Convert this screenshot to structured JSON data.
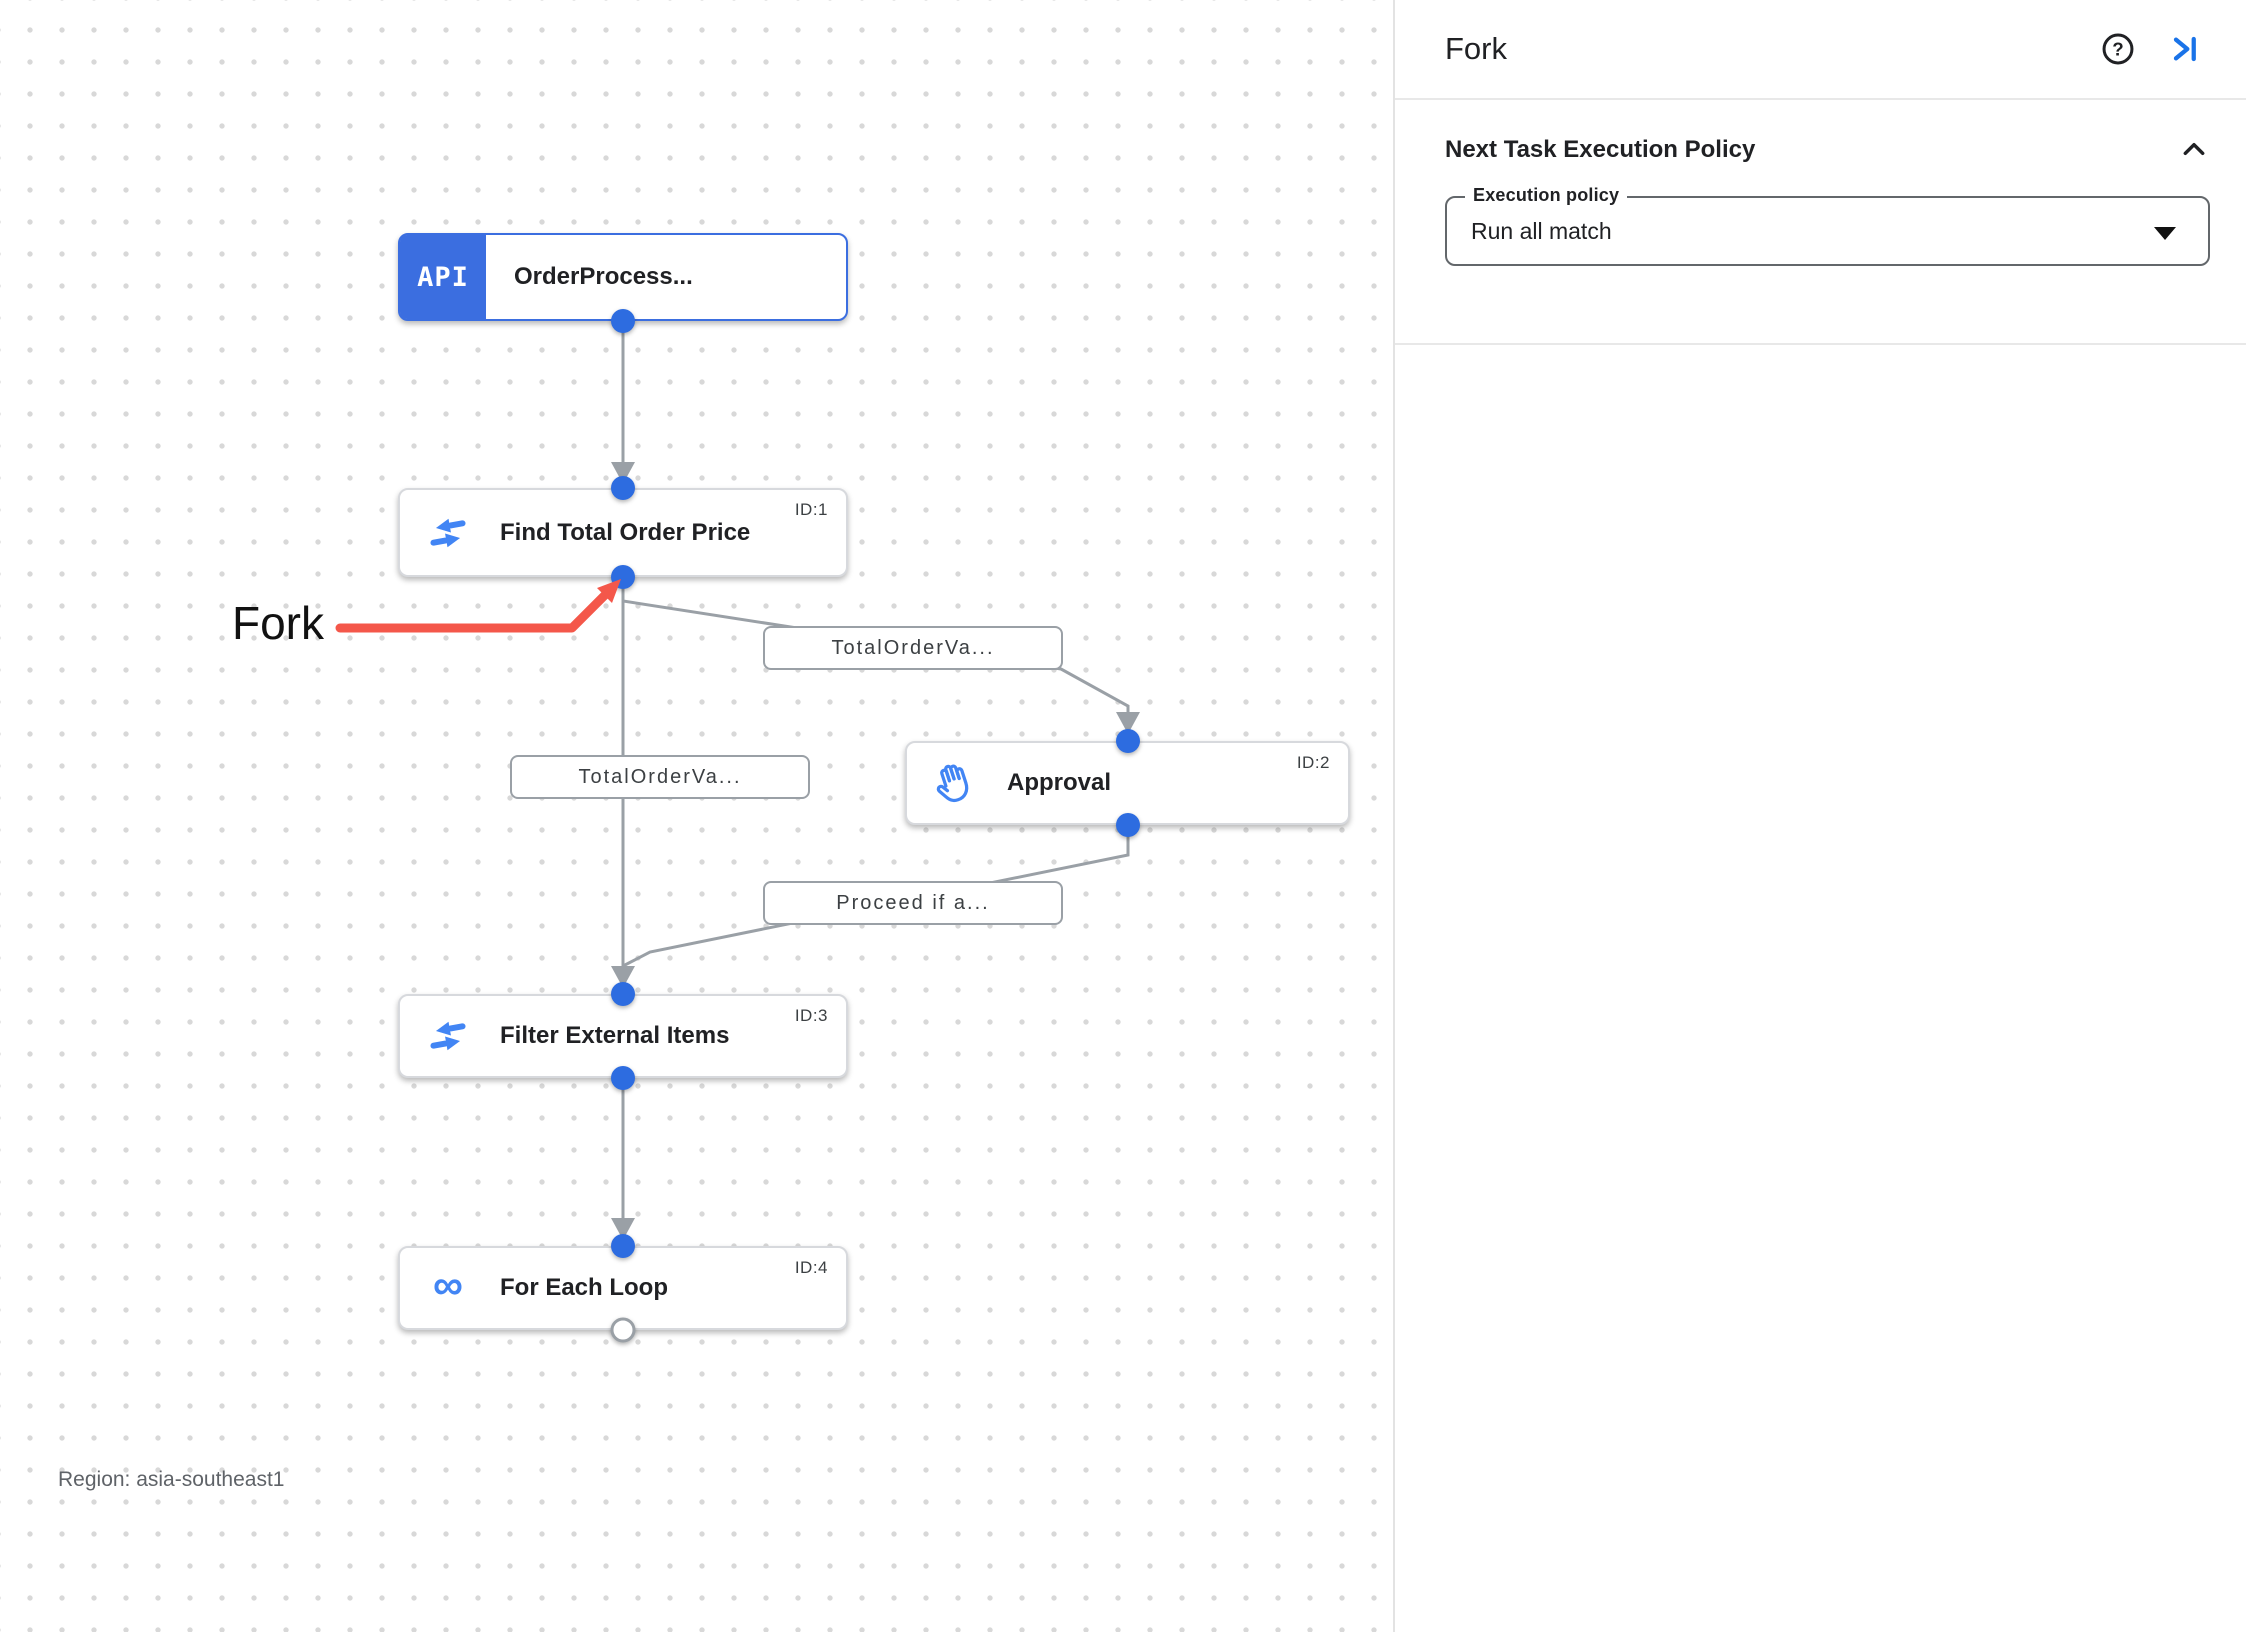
{
  "canvas": {
    "region_label": "Region: asia-southeast1",
    "annotation": {
      "label": "Fork",
      "color": "#f4574a"
    },
    "nodes": [
      {
        "badge": "API",
        "title": "OrderProcess...",
        "type": "api-trigger"
      },
      {
        "title": "Find Total Order Price",
        "id_label": "ID:1",
        "icon": "data-mapping-icon"
      },
      {
        "title": "Approval",
        "id_label": "ID:2",
        "icon": "approval-hand-icon"
      },
      {
        "title": "Filter External Items",
        "id_label": "ID:3",
        "icon": "data-mapping-icon"
      },
      {
        "title": "For Each Loop",
        "id_label": "ID:4",
        "icon": "for-each-loop-icon"
      }
    ],
    "edge_labels": [
      {
        "text": "TotalOrderVa..."
      },
      {
        "text": "TotalOrderVa..."
      },
      {
        "text": "Proceed if a..."
      }
    ]
  },
  "panel": {
    "title": "Fork",
    "section_title": "Next Task Execution Policy",
    "field": {
      "label": "Execution policy",
      "value": "Run all match"
    }
  },
  "icons": {
    "help": "?",
    "infinity": "∞"
  },
  "colors": {
    "accent_blue": "#1a73e8",
    "icon_blue": "#4285f4",
    "badge_blue": "#3b6ee0",
    "edge_gray": "#9aa0a6",
    "annotation_red": "#f4574a",
    "text_dark": "#202124",
    "text_gray": "#5f6368"
  }
}
